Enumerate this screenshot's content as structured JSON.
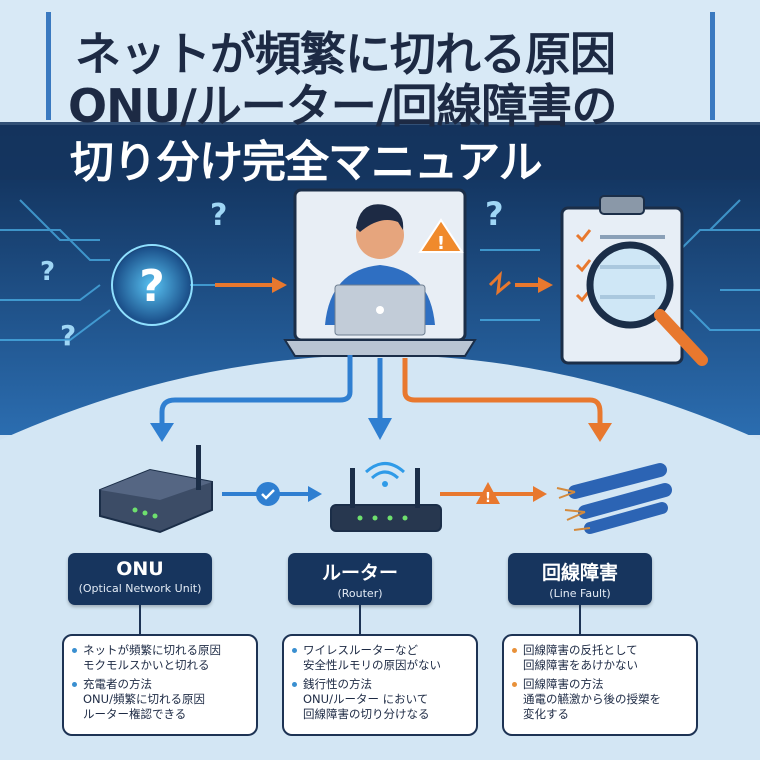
{
  "title": {
    "line1": "ネットが頻繁に切れる原因",
    "line2": "ONU/ルーター/回線障害の",
    "line3": "切り分け完全マニュアル"
  },
  "colors": {
    "navy": "#17355e",
    "accent_blue": "#3a79c0",
    "orange": "#e8782e",
    "dot_blue": "#3a8fd0",
    "dot_orange": "#e8913a"
  },
  "categories": [
    {
      "title": "ONU",
      "subtitle": "(Optical Network Unit)",
      "items": [
        {
          "lines": [
            "ネットが頻繁に切れる原因",
            "モクモルスかいと切れる"
          ]
        },
        {
          "lines": [
            "充電者の方法",
            "ONU/頻繁に切れる原因",
            "ルーター権認できる"
          ]
        }
      ]
    },
    {
      "title": "ルーター",
      "subtitle": "(Router)",
      "items": [
        {
          "lines": [
            "ワイレスルーターなど",
            "安全性ルモリの原因がない"
          ]
        },
        {
          "lines": [
            "銭行性の方法",
            "ONU/ルーター において",
            "回線障害の切り分けなる"
          ]
        }
      ]
    },
    {
      "title": "回線障害",
      "subtitle": "(Line Fault)",
      "items": [
        {
          "lines": [
            "回線障害の反托として",
            "回線障害をあけかない"
          ]
        },
        {
          "lines": [
            "回線障害の方法",
            "通電の觾激から後の授槊を",
            "変化する"
          ]
        }
      ]
    }
  ]
}
